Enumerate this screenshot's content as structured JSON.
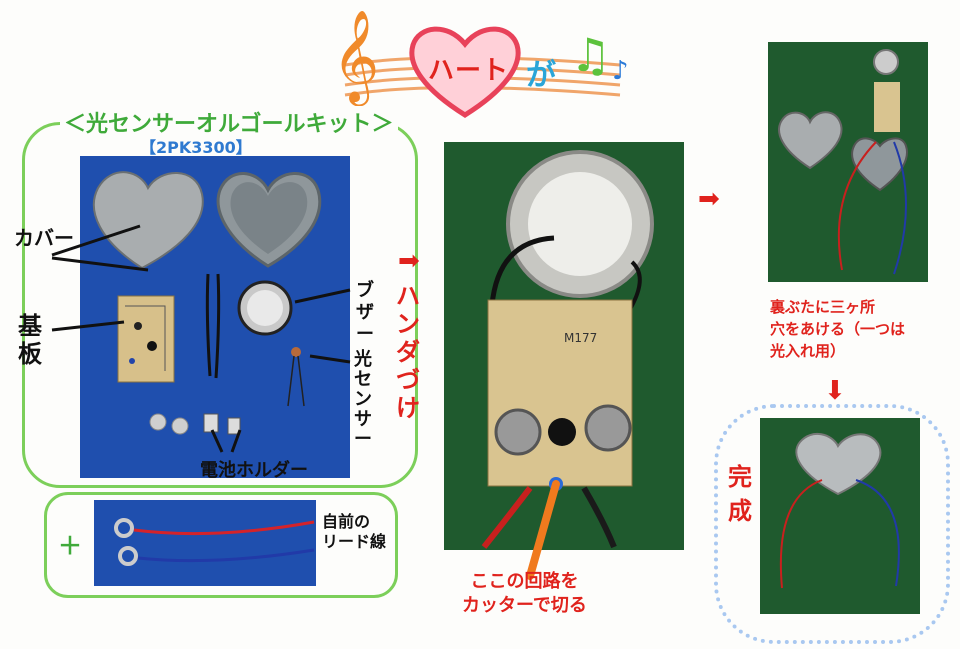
{
  "header": {
    "title_heart": "ハート",
    "title_ga": "が",
    "kit_title": "＜光センサーオルゴールキット＞",
    "kit_code": "【2PK3300】"
  },
  "parts_labels": {
    "cover": "カバー",
    "board": "基板",
    "buzzer": "ブザー",
    "light_sensor": "光センサー",
    "battery_holder": "電池ホルダー",
    "lead_wire": "自前の\nリード線",
    "plus": "＋"
  },
  "steps": {
    "solder": "ハンダづけ",
    "cut_circuit": "ここの回路を\nカッターで切る",
    "back_cover_holes": "裏ぶたに三ヶ所\n穴をあける（一つは\n光入れ用）",
    "complete": "完成",
    "chip_label": "M177"
  },
  "colors": {
    "green_outline": "#7ccf5a",
    "red_text": "#e0231d",
    "blue_bg": "#1f4fae",
    "green_bg": "#1f5a2e",
    "heart_pink": "#e8425a",
    "cloud_blue": "#a9c8f0"
  },
  "icons": [
    "treble-clef-icon",
    "heart-icon",
    "music-note-icon",
    "arrow-right-icon",
    "arrow-down-icon"
  ]
}
